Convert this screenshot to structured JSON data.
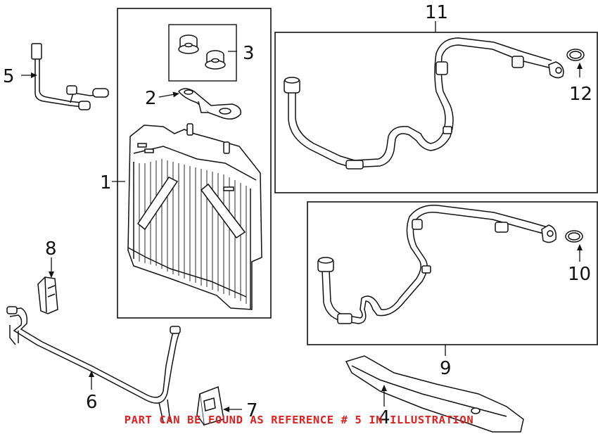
{
  "callouts": {
    "c1": "1",
    "c2": "2",
    "c3": "3",
    "c4": "4",
    "c5": "5",
    "c6": "6",
    "c7": "7",
    "c8": "8",
    "c9": "9",
    "c10": "10",
    "c11": "11",
    "c12": "12"
  },
  "footer_note": "PART CAN BE FOUND AS REFERENCE # 5 IN ILLUSTRATION",
  "colors": {
    "line": "#1a1a1a",
    "note": "#e02020"
  }
}
